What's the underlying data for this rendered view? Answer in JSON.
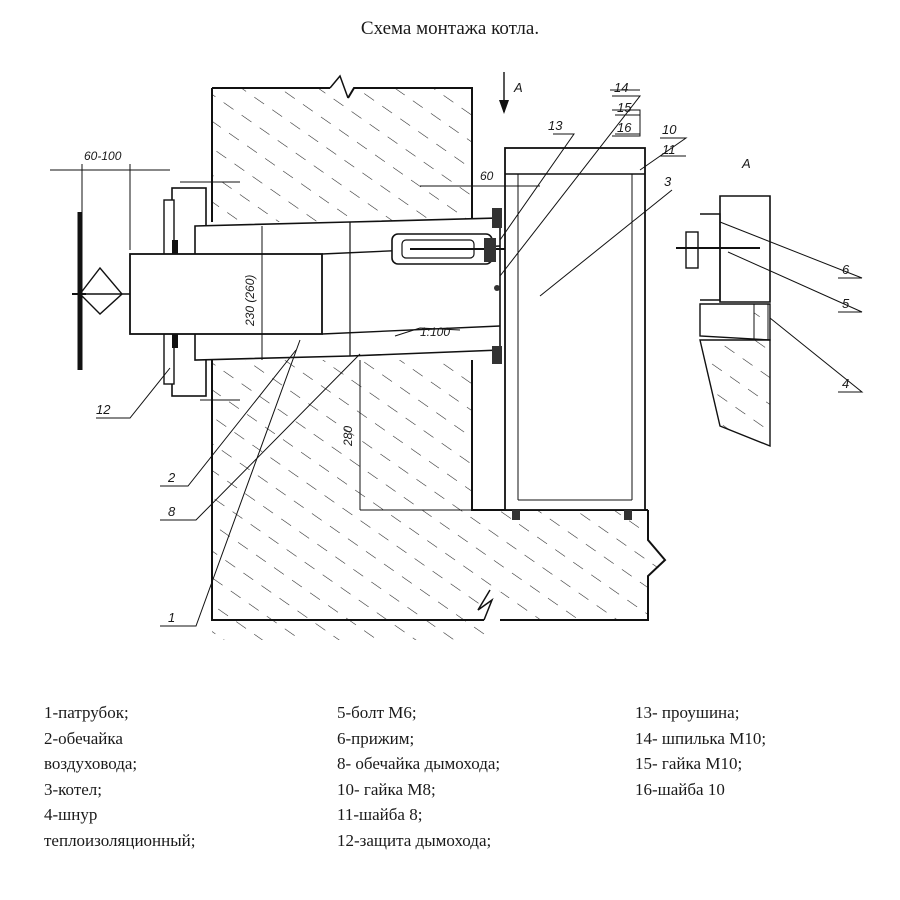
{
  "title": "Схема монтажа котла.",
  "callouts": {
    "c1": "1",
    "c2": "2",
    "c3": "3",
    "c4": "4",
    "c5": "5",
    "c6": "6",
    "c8": "8",
    "c10": "10",
    "c11": "11",
    "c12": "12",
    "c13": "13",
    "c14": "14",
    "c15": "15",
    "c16": "16"
  },
  "dimensions": {
    "d60_100": "60-100",
    "d60": "60",
    "d230": "230 (260)",
    "d280": "280",
    "slope": "1:100"
  },
  "view_labels": {
    "arrow": "A",
    "detail": "A"
  },
  "legend": {
    "col1": [
      "1-патрубок;",
      "2-обечайка",
      "воздуховода;",
      "3-котел;",
      "4-шнур",
      "теплоизоляционный;"
    ],
    "col2": [
      "5-болт М6;",
      "6-прижим;",
      "8- обечайка дымохода;",
      "10- гайка М8;",
      "11-шайба 8;",
      "12-защита дымохода;"
    ],
    "col3": [
      "13- проушина;",
      "14- шпилька М10;",
      "15- гайка М10;",
      "16-шайба 10"
    ]
  }
}
